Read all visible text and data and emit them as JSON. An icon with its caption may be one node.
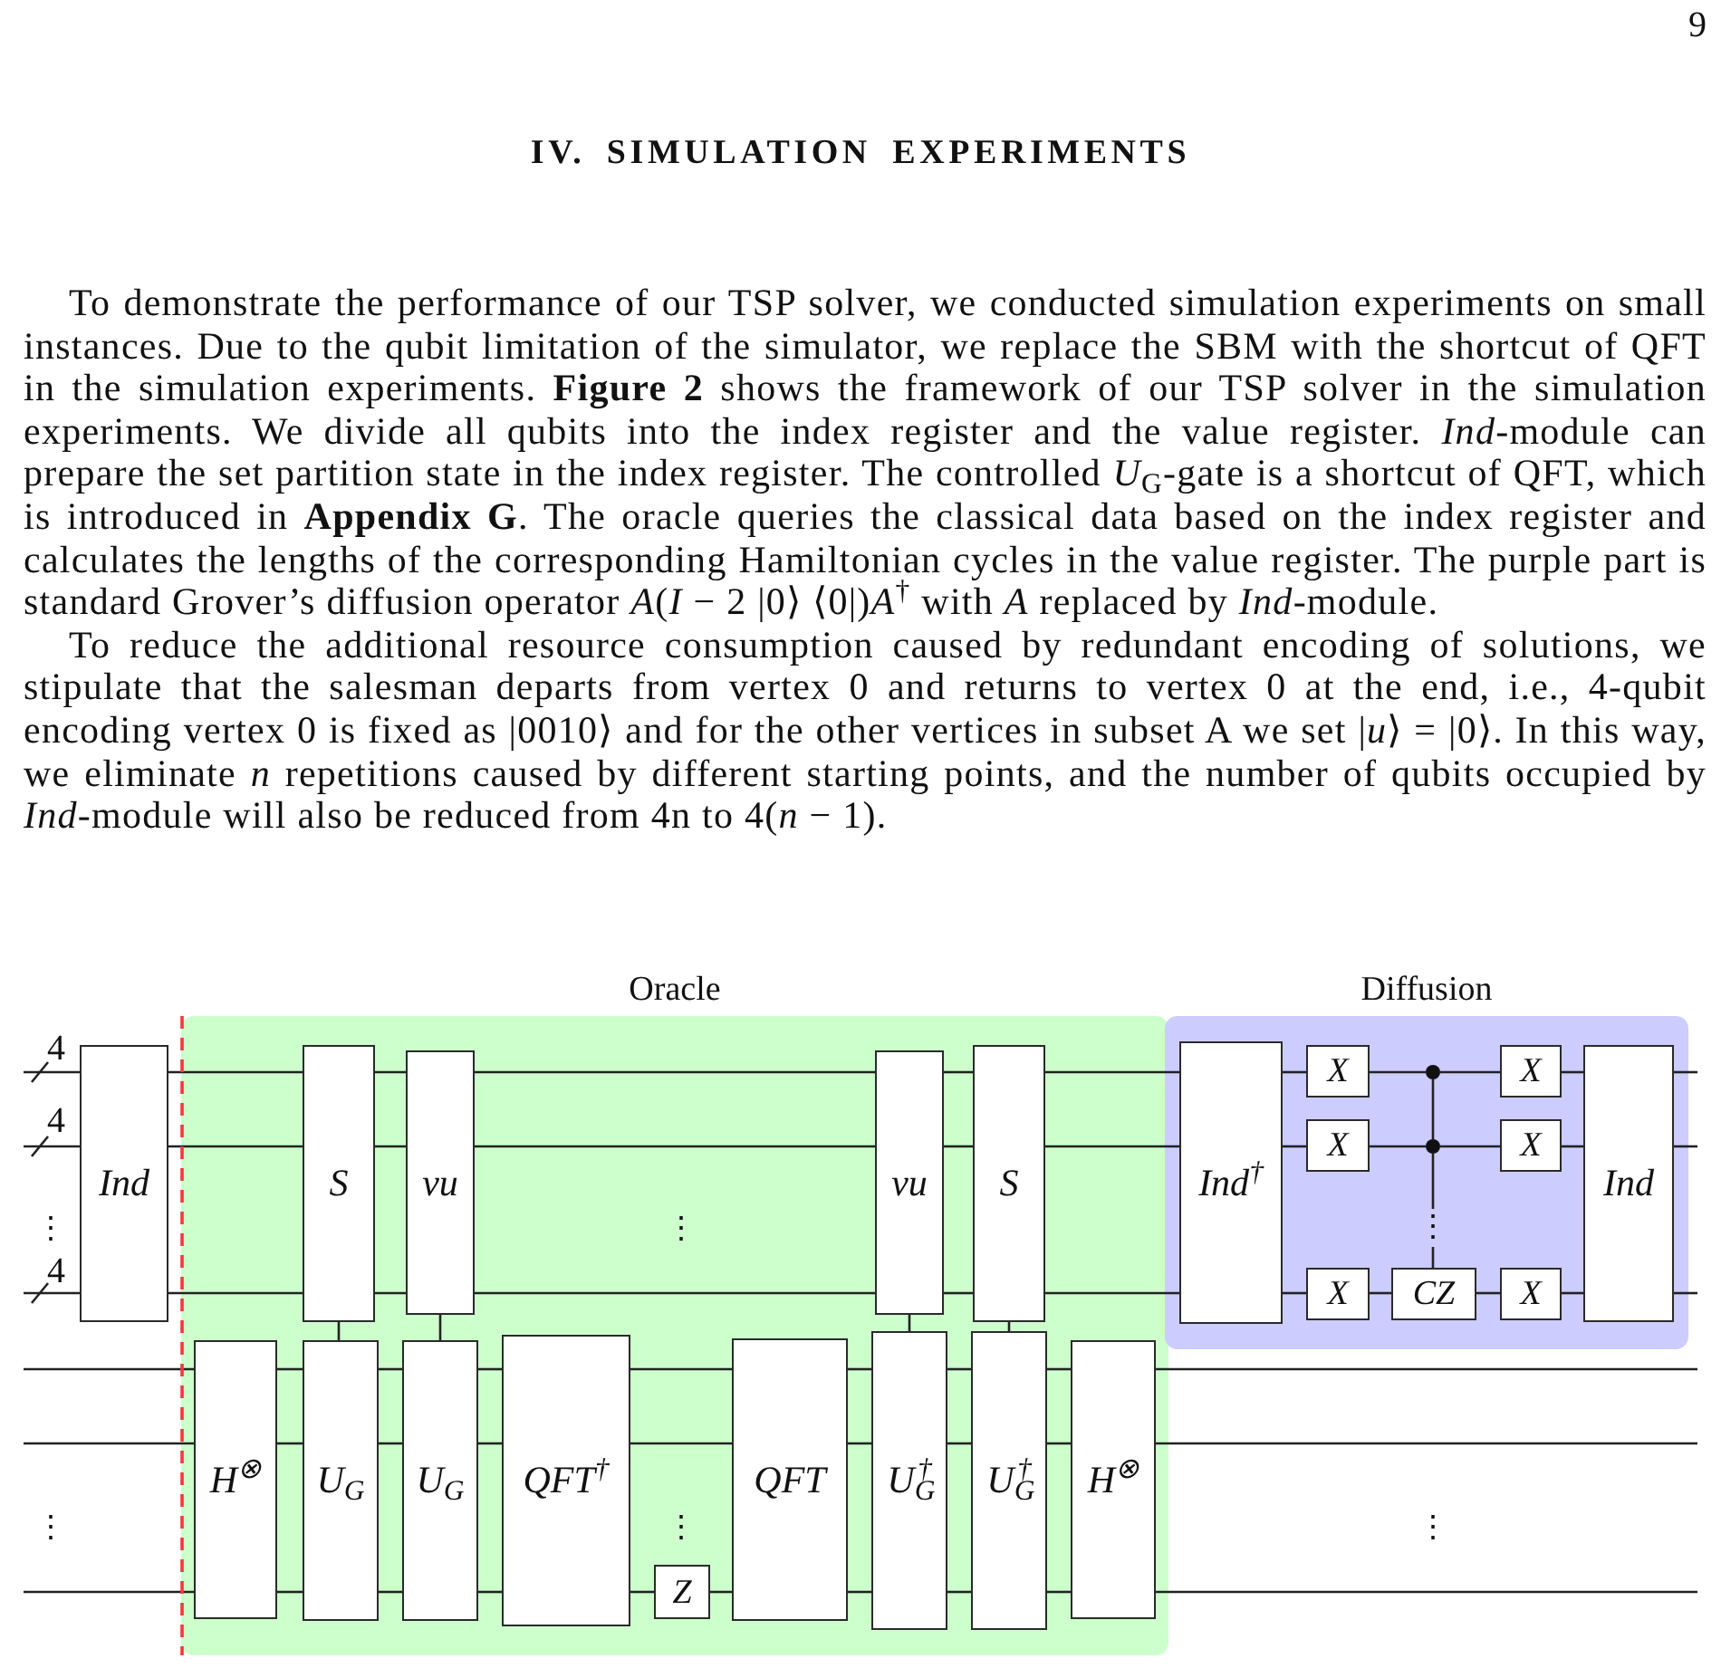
{
  "diagram": {
    "title": "IV. SIMULATION EXPERIMENTS",
    "nodes": [
      {
        "text": [
          "Ind"
        ]
      },
      {
        "text": [
          "Oracle"
        ]
      },
      {
        "text": [
          "S"
        ],
        "in": 1
      },
      {
        "text": [
          "vu"
        ],
        "in": 1
      },
      {
        "text": [
          "H$^{⊗}$"
        ],
        "in": 1
      },
      {
        "text": [
          "U$_{G}$"
        ],
        "in": 1
      },
      {
        "text": [
          "U$_{G}$"
        ],
        "in": 1
      },
      {
        "text": [
          "QFT$^{†}$"
        ],
        "in": 1
      },
      {
        "text": [
          "Z"
        ],
        "in": 1
      },
      {
        "text": [
          "QFT"
        ],
        "in": 1
      },
      {
        "text": [
          "vu"
        ],
        "in": 1
      },
      {
        "text": [
          "S"
        ],
        "in": 1
      },
      {
        "text": [
          "U$_{G}$$^{†}$"
        ],
        "in": 1
      },
      {
        "text": [
          "U$_{G}$$^{†}$"
        ],
        "in": 1
      },
      {
        "text": [
          "H$^{⊗}$"
        ],
        "in": 1
      },
      {
        "text": [
          "Diffusion"
        ]
      },
      {
        "text": [
          "Ind$^{†}$"
        ],
        "in": 15
      },
      {
        "text": [
          "X"
        ],
        "in": 15
      },
      {
        "text": [
          "X"
        ],
        "in": 15
      },
      {
        "text": [
          "X"
        ],
        "in": 15
      },
      {
        "text": [],
        "shape": "circle",
        "in": 15
      },
      {
        "text": [],
        "shape": "circle",
        "in": 15
      },
      {
        "text": [
          "CZ"
        ],
        "in": 15
      },
      {
        "text": [
          "X"
        ],
        "in": 15
      },
      {
        "text": [
          "X"
        ],
        "in": 15
      },
      {
        "text": [
          "X"
        ],
        "in": 15
      },
      {
        "text": [
          "Ind"
        ],
        "in": 15
      }
    ],
    "edges": [
      {
        "from": null,
        "to": 0,
        "arrow": "none"
      },
      {
        "from": 0,
        "to": 2,
        "arrow": "none"
      },
      {
        "from": 2,
        "to": 3,
        "arrow": "none"
      },
      {
        "from": 3,
        "to": 10,
        "arrow": "none"
      },
      {
        "from": 10,
        "to": 11,
        "arrow": "none"
      },
      {
        "from": 11,
        "to": 16,
        "arrow": "none"
      },
      {
        "from": 16,
        "to": 17,
        "arrow": "none"
      },
      {
        "from": 17,
        "to": 20,
        "arrow": "none"
      },
      {
        "from": 20,
        "to": 23,
        "arrow": "none"
      },
      {
        "from": 23,
        "to": 26,
        "arrow": "none"
      },
      {
        "from": 26,
        "to": null,
        "arrow": "none"
      },
      {
        "from": null,
        "to": 0,
        "arrow": "none"
      },
      {
        "from": 0,
        "to": 2,
        "arrow": "none"
      },
      {
        "from": 2,
        "to": 3,
        "arrow": "none"
      },
      {
        "from": 3,
        "to": 10,
        "arrow": "none"
      },
      {
        "from": 10,
        "to": 11,
        "arrow": "none"
      },
      {
        "from": 11,
        "to": 16,
        "arrow": "none"
      },
      {
        "from": 16,
        "to": 18,
        "arrow": "none"
      },
      {
        "from": 18,
        "to": 21,
        "arrow": "none"
      },
      {
        "from": 21,
        "to": 24,
        "arrow": "none"
      },
      {
        "from": 24,
        "to": 26,
        "arrow": "none"
      },
      {
        "from": 26,
        "to": null,
        "arrow": "none"
      },
      {
        "from": null,
        "to": 0,
        "arrow": "none"
      },
      {
        "from": 0,
        "to": 2,
        "arrow": "none"
      },
      {
        "from": 2,
        "to": 3,
        "arrow": "none"
      },
      {
        "from": 3,
        "to": 10,
        "arrow": "none"
      },
      {
        "from": 10,
        "to": 11,
        "arrow": "none"
      },
      {
        "from": 11,
        "to": 16,
        "arrow": "none"
      },
      {
        "from": 16,
        "to": 19,
        "arrow": "none"
      },
      {
        "from": 19,
        "to": 22,
        "arrow": "none"
      },
      {
        "from": 22,
        "to": 25,
        "arrow": "none"
      },
      {
        "from": 25,
        "to": 26,
        "arrow": "none"
      },
      {
        "from": 26,
        "to": null,
        "arrow": "none"
      },
      {
        "from": null,
        "to": 4,
        "arrow": "none"
      },
      {
        "from": 4,
        "to": 5,
        "arrow": "none"
      },
      {
        "from": 5,
        "to": 6,
        "arrow": "none"
      },
      {
        "from": 6,
        "to": 7,
        "arrow": "none"
      },
      {
        "from": 7,
        "to": 9,
        "arrow": "none"
      },
      {
        "from": 9,
        "to": 12,
        "arrow": "none"
      },
      {
        "from": 12,
        "to": 13,
        "arrow": "none"
      },
      {
        "from": 13,
        "to": 14,
        "arrow": "none"
      },
      {
        "from": 14,
        "to": null,
        "arrow": "none"
      },
      {
        "from": null,
        "to": 4,
        "arrow": "none"
      },
      {
        "from": 4,
        "to": 5,
        "arrow": "none"
      },
      {
        "from": 5,
        "to": 6,
        "arrow": "none"
      },
      {
        "from": 6,
        "to": 7,
        "arrow": "none"
      },
      {
        "from": 7,
        "to": 9,
        "arrow": "none"
      },
      {
        "from": 9,
        "to": 12,
        "arrow": "none"
      },
      {
        "from": 12,
        "to": 13,
        "arrow": "none"
      },
      {
        "from": 13,
        "to": 14,
        "arrow": "none"
      },
      {
        "from": 14,
        "to": null,
        "arrow": "none"
      },
      {
        "from": null,
        "to": 4,
        "arrow": "none"
      },
      {
        "from": 4,
        "to": 5,
        "arrow": "none"
      },
      {
        "from": 5,
        "to": 6,
        "arrow": "none"
      },
      {
        "from": 6,
        "to": 7,
        "arrow": "none"
      },
      {
        "from": 7,
        "to": 8,
        "arrow": "none"
      },
      {
        "from": 8,
        "to": 9,
        "arrow": "none"
      },
      {
        "from": 9,
        "to": 12,
        "arrow": "none"
      },
      {
        "from": 12,
        "to": 13,
        "arrow": "none"
      },
      {
        "from": 13,
        "to": 14,
        "arrow": "none"
      },
      {
        "from": 14,
        "to": null,
        "arrow": "none"
      },
      {
        "from": 2,
        "to": 5,
        "arrow": "none"
      },
      {
        "from": 3,
        "to": 6,
        "arrow": "none"
      },
      {
        "from": 10,
        "to": 12,
        "arrow": "none"
      },
      {
        "from": 11,
        "to": 13,
        "arrow": "none"
      },
      {
        "from": 20,
        "to": 21,
        "arrow": "none"
      },
      {
        "from": 21,
        "to": 22,
        "arrow": "none",
        "label": "⋮"
      }
    ],
    "labels": [
      "9",
      "To demonstrate the performance of our TSP solver, we conducted simulation experiments on small instances. Due to the qubit limitation of the simulator, we replace the SBM with the shortcut of QFT in the simulation experiments. **Figure 2** shows the framework of our TSP solver in the simulation experiments. We divide all qubits into the index register and the value register. *Ind*-module can prepare the set partition state in the index register. The controlled *U*$_{G}$-gate is a shortcut of QFT, which is introduced in **Appendix G**. The oracle queries the classical data based on the index register and calculates the lengths of the corresponding Hamiltonian cycles in the value register. The purple part is standard Grover’s diffusion operator *A*(*I* − 2 |0⟩ ⟨0|)*A*$^{†}$ with *A* replaced by *Ind*-module.",
      "To reduce the additional resource consumption caused by redundant encoding of solutions, we stipulate that the salesman departs from vertex 0 and returns to vertex 0 at the end, i.e., 4-qubit encoding vertex 0 is fixed as |0010⟩ and for the other vertices in subset A we set |*u*⟩ = |0⟩. In this way, we eliminate *n* repetitions caused by different starting points, and the number of qubits occupied by *Ind*-module will also be reduced from 4n to 4(*n* − 1).",
      "4",
      "4",
      "⋮",
      "⋮",
      "4",
      "⋮",
      "⋮",
      "⋮"
    ]
  }
}
